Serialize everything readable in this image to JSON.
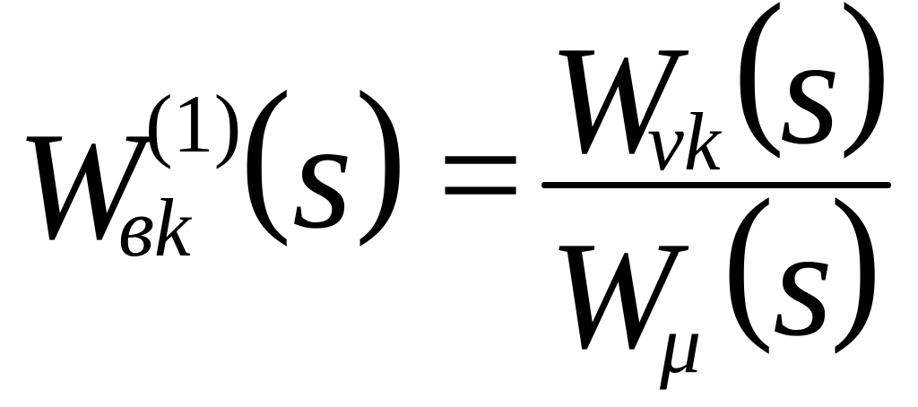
{
  "formula": {
    "lhs": {
      "symbol": "W",
      "subscript": "вk",
      "superscript": "(1)",
      "lparen": "(",
      "arg": "s",
      "rparen": ")"
    },
    "equals": "=",
    "numerator": {
      "symbol": "W",
      "subscript": "νk",
      "lparen": "(",
      "arg": "s",
      "rparen": ")"
    },
    "denominator": {
      "symbol": "W",
      "subscript": "μ",
      "lparen": "(",
      "arg": "s",
      "rparen": ")"
    }
  }
}
